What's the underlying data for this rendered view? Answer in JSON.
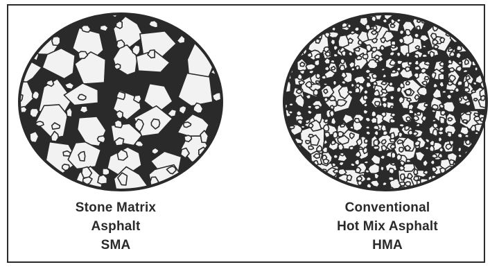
{
  "figure": {
    "left_panel": {
      "label_line1": "Stone Matrix",
      "label_line2": "Asphalt",
      "label_line3": "SMA"
    },
    "right_panel": {
      "label_line1": "Conventional",
      "label_line2": "Hot Mix Asphalt",
      "label_line3": "HMA"
    },
    "colors": {
      "binder": "#2a2a2a",
      "aggregate": "#f2f2f2",
      "background": "#ffffff"
    }
  }
}
